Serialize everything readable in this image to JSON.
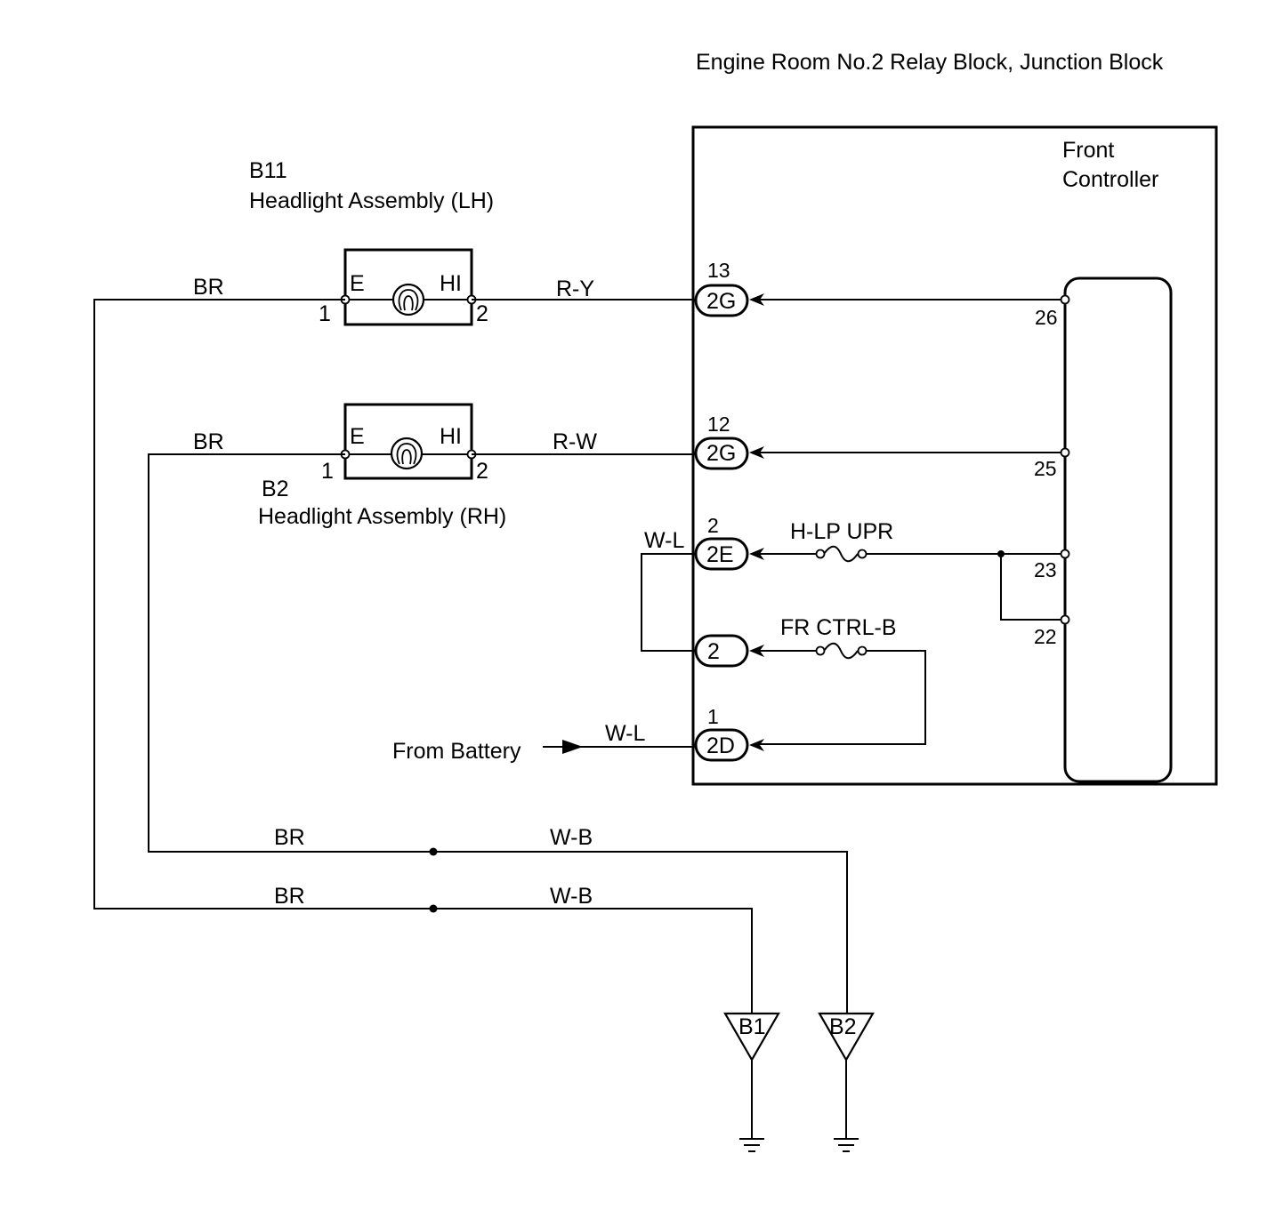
{
  "title": "Engine Room No.2 Relay Block, Junction Block",
  "front_controller": {
    "line1": "Front",
    "line2": "Controller"
  },
  "headlight_lh": {
    "id": "B11",
    "name": "Headlight Assembly (LH)",
    "pin_e": "E",
    "pin_hi": "HI",
    "pin_1": "1",
    "pin_2": "2"
  },
  "headlight_rh": {
    "id": "B2",
    "name": "Headlight Assembly (RH)",
    "pin_e": "E",
    "pin_hi": "HI",
    "pin_1": "1",
    "pin_2": "2"
  },
  "wires": {
    "br_lh": "BR",
    "br_rh": "BR",
    "r_y": "R-Y",
    "r_w": "R-W",
    "w_l_loop": "W-L",
    "w_l_battery": "W-L",
    "br_ground_rh": "BR",
    "br_ground_lh": "BR",
    "w_b_rh": "W-B",
    "w_b_lh": "W-B"
  },
  "connectors": {
    "c1": {
      "pin": "13",
      "name": "2G"
    },
    "c2": {
      "pin": "12",
      "name": "2G"
    },
    "c3": {
      "pin": "2",
      "name": "2E"
    },
    "c4": {
      "pin": "",
      "name": "2"
    },
    "c5": {
      "pin": "1",
      "name": "2D"
    }
  },
  "fuses": {
    "upper": "H-LP UPR",
    "lower": "FR CTRL-B"
  },
  "controller_pins": {
    "p26": "26",
    "p25": "25",
    "p23": "23",
    "p22": "22"
  },
  "battery_label": "From Battery",
  "grounds": {
    "g1": "B1",
    "g2": "B2"
  }
}
